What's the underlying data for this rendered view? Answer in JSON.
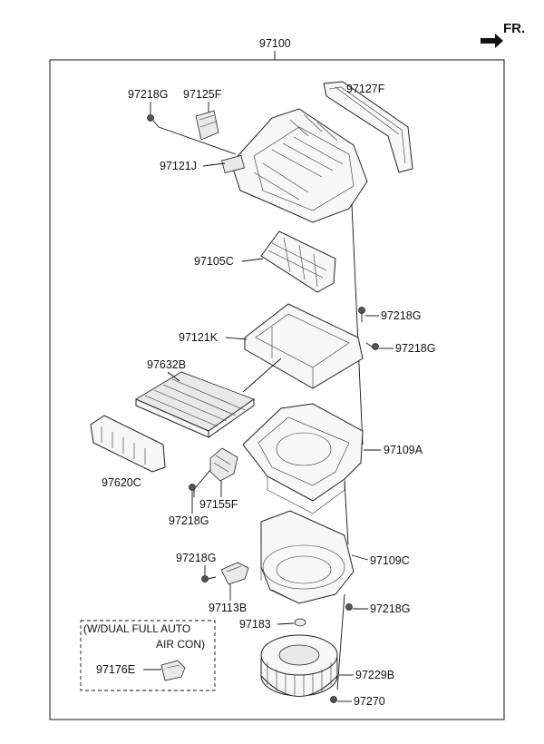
{
  "assembly_number": "97100",
  "direction": {
    "label": "FR."
  },
  "labels": {
    "p97218G_top": "97218G",
    "p97125F": "97125F",
    "p97127F": "97127F",
    "p97121J": "97121J",
    "p97105C": "97105C",
    "p97218G_right1": "97218G",
    "p97121K": "97121K",
    "p97218G_right2": "97218G",
    "p97632B": "97632B",
    "p97109A": "97109A",
    "p97620C": "97620C",
    "p97155F": "97155F",
    "p97218G_left1": "97218G",
    "p97218G_left2": "97218G",
    "p97109C": "97109C",
    "p97113B": "97113B",
    "p97218G_right3": "97218G",
    "p97183": "97183",
    "p97229B": "97229B",
    "p97270": "97270",
    "p97176E": "97176E"
  },
  "note": {
    "line1": "(W/DUAL FULL AUTO",
    "line2": "AIR CON)"
  }
}
